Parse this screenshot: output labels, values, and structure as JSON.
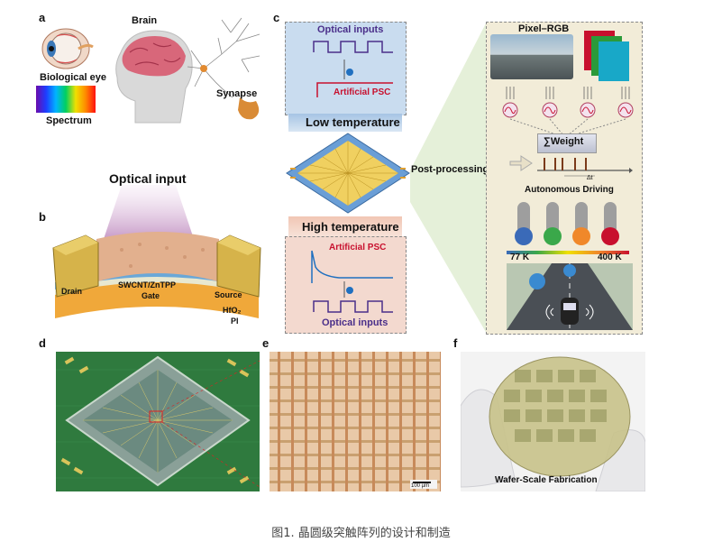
{
  "panels": {
    "a": {
      "letter": "a",
      "brain": "Brain",
      "eye": "Biological eye",
      "spectrum": "Spectrum",
      "synapse": "Synapse"
    },
    "b": {
      "letter": "b",
      "title": "Optical input",
      "drain": "Drain",
      "channel": "SWCNT/ZnTPP",
      "gate": "Gate",
      "source": "Source",
      "dielectric": "HfO₂",
      "substrate": "PI"
    },
    "c": {
      "letter": "c",
      "optical_inputs_top": "Optical inputs",
      "psc_top": "Artificial PSC",
      "low_temp": "Low temperature",
      "high_temp": "High temperature",
      "psc_bottom": "Artificial PSC",
      "optical_inputs_bottom": "Optical inputs",
      "post_processing": "Post-processing",
      "pixel_rgb": "Pixel–RGB",
      "weight": "∑Weight",
      "delta_t": "Δt",
      "autonomous": "Autonomous Driving",
      "temp_low": "77 K",
      "temp_high": "400 K"
    },
    "d": {
      "letter": "d"
    },
    "e": {
      "letter": "e",
      "scale_bar": "100 µm"
    },
    "f": {
      "letter": "f",
      "label": "Wafer-Scale Fabrication"
    }
  },
  "caption": "图1. 晶圆级突触阵列的设计和制造",
  "colors": {
    "accent_red": "#c8102e",
    "panel_blue": "#c9dcef",
    "panel_pink": "#f3d9cf",
    "panel_c_bg": "#f2ecd8",
    "pcb_green": "#2f7a3e"
  }
}
